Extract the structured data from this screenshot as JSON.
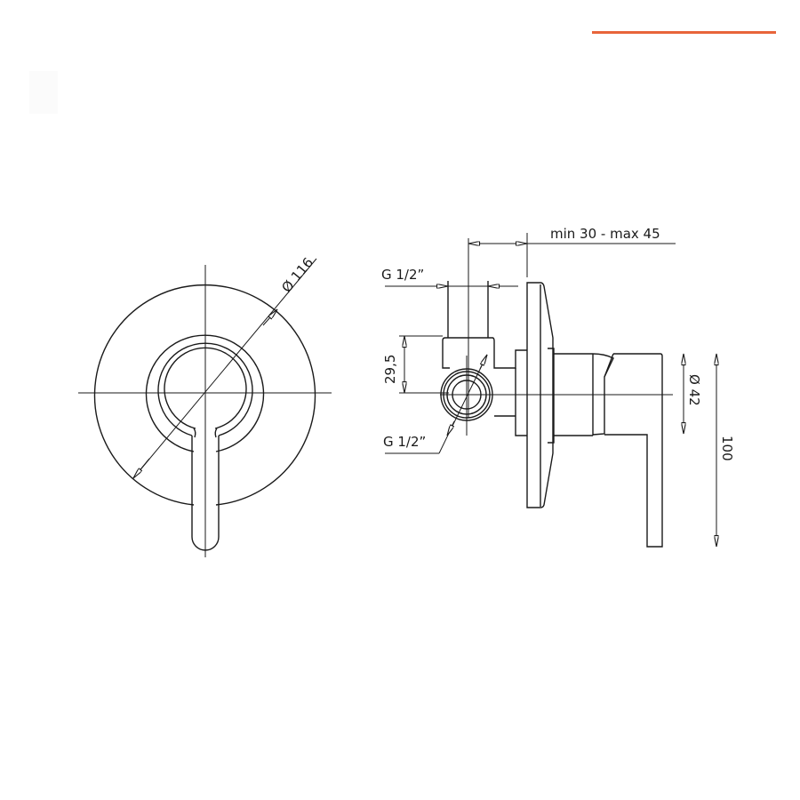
{
  "header": {
    "accent_color": "#e8643a"
  },
  "front_view": {
    "diameter_label": "Ø 116"
  },
  "side_view": {
    "depth_label": "min 30 - max 45",
    "top_inlet_label": "G 1/2”",
    "inlet_height_label": "29,5",
    "side_inlet_label": "G 1/2”",
    "handle_diameter_label": "Ø 42",
    "total_height_label": "100"
  },
  "colors": {
    "line": "#1a1a1a",
    "background": "#ffffff",
    "accent": "#e8643a"
  }
}
